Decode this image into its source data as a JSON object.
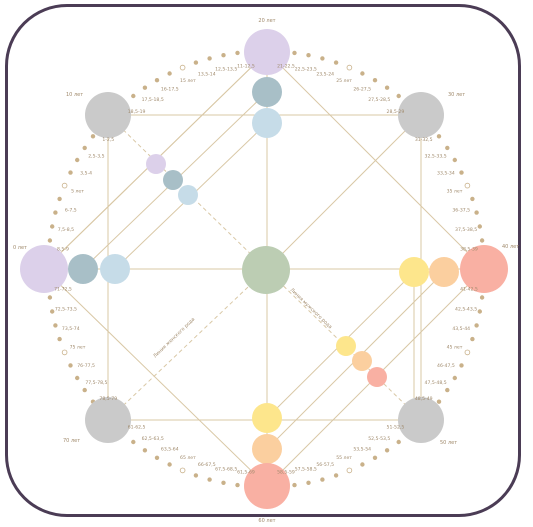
{
  "colors": {
    "frame": "#4b3c55",
    "line": "#d9c8a6",
    "dot": "#c9b18a",
    "violet": "#dcd0ea",
    "teal": "#a8bfc7",
    "lightblue": "#c6dce8",
    "green": "#bccdb3",
    "yellow": "#fde68c",
    "peach": "#fbcf9f",
    "salmon": "#f9b0a3",
    "gray": "#cacaca"
  },
  "ages": {
    "top": "20 лет",
    "top_right": "30 лет",
    "right": "40 лет",
    "bottom_right": "50 лет",
    "bottom": "60 лет",
    "bottom_left": "70 лет",
    "left": "0 лет",
    "top_left": "10 лет"
  },
  "ring_labels": {
    "top_right": [
      "21-22,5",
      "22,5-23,5",
      "23,5-24",
      "25 лет",
      "26-27,5",
      "27,5-28,5",
      "28,5-29"
    ],
    "right_upper": [
      "31-32,5",
      "32,5-33,5",
      "33,5-34",
      "35 лет",
      "36-37,5",
      "37,5-38,5",
      "38,5-39"
    ],
    "right_lower": [
      "41-42,5",
      "42,5-43,5",
      "43,5-44",
      "45 лет",
      "46-47,5",
      "47,5-48,5",
      "48,5-49"
    ],
    "bottom_right": [
      "51-52,5",
      "52,5-53,5",
      "53,5-54",
      "55 лет",
      "56-57,5",
      "57,5-58,5",
      "58,5-59"
    ],
    "bottom_left": [
      "61,5-69",
      "67,5-68,5",
      "66-67,5",
      "65 лет",
      "63,5-64",
      "62,5-63,5",
      "61-62,5"
    ],
    "left_lower": [
      "78,5-79",
      "77,5-78,5",
      "76-77,5",
      "75 лет",
      "73,5-74",
      "72,5-73,5",
      "71-72,5"
    ],
    "left_upper": [
      "8,5-9",
      "7,5-8,5",
      "6-7,5",
      "5 лет",
      "3,5-4",
      "2,5-3,5",
      "1-2,5"
    ],
    "top_left": [
      "18,5-19",
      "17,5-18,5",
      "16-17,5",
      "15 лет",
      "13,5-14",
      "12,5-13,5",
      "11-12,5"
    ]
  },
  "line_labels": {
    "male": "Линия мужского рода",
    "female": "Линия женского рода"
  }
}
